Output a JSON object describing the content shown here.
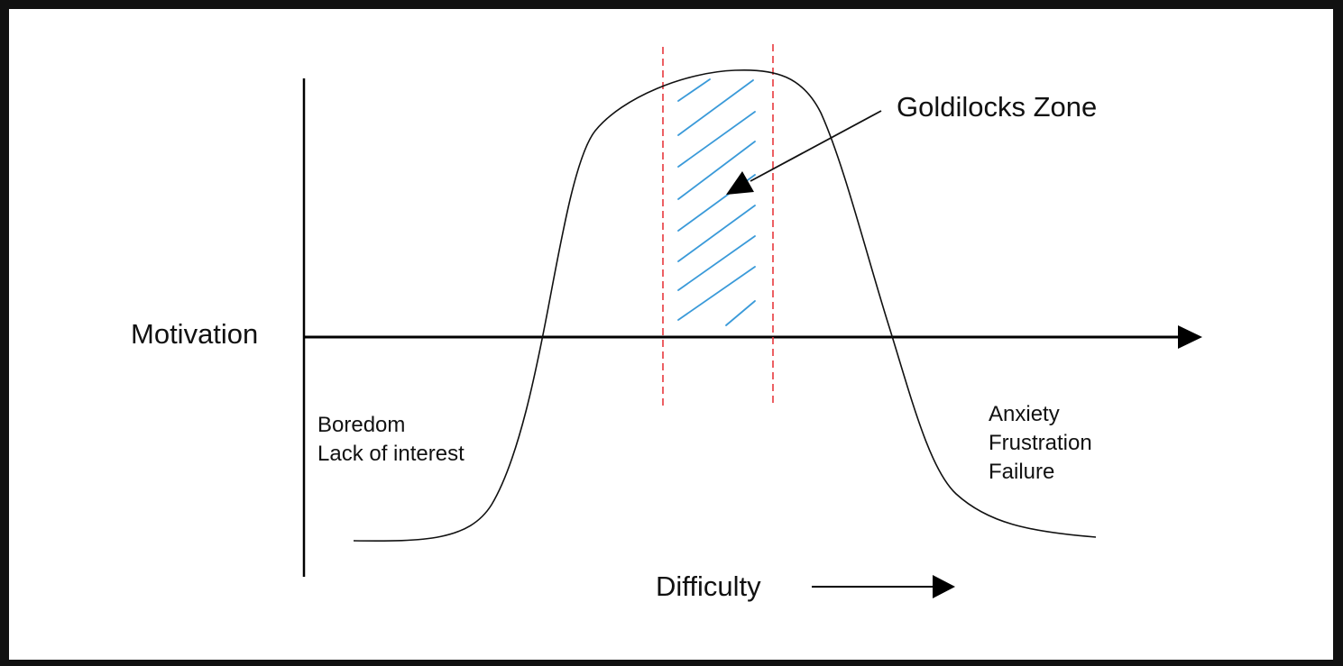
{
  "diagram": {
    "labels": {
      "motivation": "Motivation",
      "difficulty": "Difficulty",
      "goldilocks": "Goldilocks Zone"
    },
    "left_notes": [
      "Boredom",
      "Lack of interest"
    ],
    "right_notes": [
      "Anxiety",
      "Frustration",
      "Failure"
    ]
  },
  "colors": {
    "background": "#ffffff",
    "frame": "#111111",
    "line": "#000000",
    "zone_boundary": "#e8383d",
    "zone_hatch": "#3a9ad9"
  }
}
